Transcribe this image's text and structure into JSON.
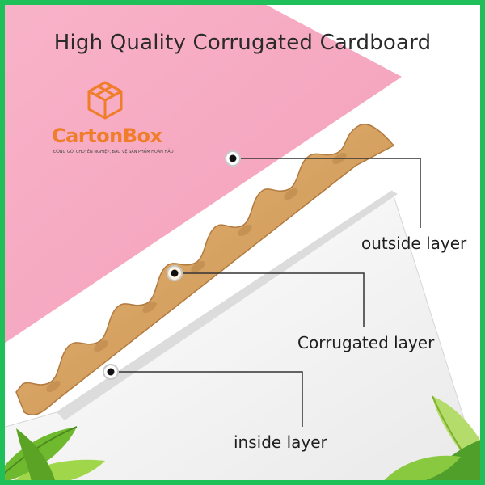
{
  "title": "High Quality Corrugated Cardboard",
  "logo": {
    "brand": "CartonBox",
    "tagline": "ĐÓNG GÓI CHUYÊN NGHIỆP, BẢO VỆ SẢN PHẨM HOÀN HẢO",
    "icon": "box-logo-icon"
  },
  "labels": {
    "outside": "outside layer",
    "corrugated": "Corrugated layer",
    "inside": "inside layer"
  },
  "colors": {
    "pink_layer": "#f7a8c3",
    "kraft": "#d9a868",
    "inside_layer": "#f4f4f4",
    "frame": "#1fbf5a",
    "logo": "#ef7d2a",
    "leaf": "#8ccf3a"
  }
}
